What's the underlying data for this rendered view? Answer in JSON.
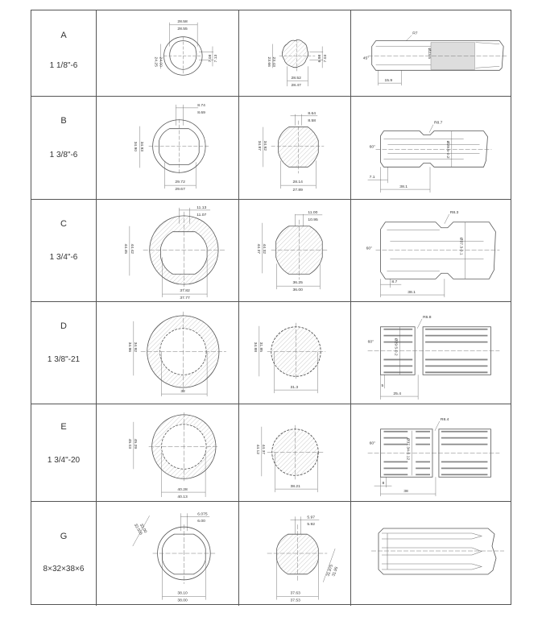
{
  "table": {
    "rows": [
      {
        "code": "A",
        "size": "1 1/8\"-6",
        "hole_section": {
          "width_top": "28.58",
          "width_bottom": "28.55",
          "height_outer": "24.25",
          "height_inner": "24.00",
          "side_a": "7.13",
          "side_b": "7.08"
        },
        "shaft_section": {
          "height_outer": "23.66",
          "height_inner": "23.43",
          "width_top": "28.52",
          "width_bottom": "28.47",
          "side_a": "7.03",
          "side_b": "6.98"
        },
        "side_view": {
          "radius": "R7",
          "angle": "45°",
          "diameter": "Ø23.5",
          "length": "15.9"
        }
      },
      {
        "code": "B",
        "size": "1 3/8\"-6",
        "hole_section": {
          "key_top": "8.74",
          "key_bottom": "8.69",
          "height_outer": "34.90",
          "height_inner": "34.93",
          "width_top": "29.72",
          "width_bottom": "29.67"
        },
        "shaft_section": {
          "key_top": "8.64",
          "key_bottom": "8.58",
          "height_outer": "34.87",
          "height_inner": "34.82",
          "width_top": "28.14",
          "width_bottom": "27.89"
        },
        "side_view": {
          "radius": "R8.7",
          "angle": "60°",
          "diameter": "Ø29.5-0.2",
          "offset": "7.1",
          "length": "38.1"
        }
      },
      {
        "code": "C",
        "size": "1 3/4\"-6",
        "hole_section": {
          "key_top": "11.13",
          "key_bottom": "11.07",
          "height_outer": "44.45",
          "height_inner": "44.42",
          "width_top": "37.82",
          "width_bottom": "37.77"
        },
        "shaft_section": {
          "key_top": "11.00",
          "key_bottom": "10.95",
          "height_outer": "44.37",
          "height_inner": "44.32",
          "width_top": "36.25",
          "width_bottom": "36.00"
        },
        "side_view": {
          "radius": "R8.3",
          "angle": "60°",
          "diameter": "Ø37.3-0.1",
          "offset": "8.7",
          "length": "38.1"
        }
      },
      {
        "code": "D",
        "size": "1 3/8\"-21",
        "hole_section": {
          "height_outer": "34.96",
          "height_inner": "34.92",
          "width": "32"
        },
        "shaft_section": {
          "height_outer": "34.88",
          "height_inner": "31.85",
          "width": "31.3"
        },
        "side_view": {
          "radius": "R6.8",
          "angle": "60°",
          "diameter": "Ø29.5-0.2",
          "offset": "5",
          "length": "25.4"
        }
      },
      {
        "code": "E",
        "size": "1 3/4\"-20",
        "hole_section": {
          "height_outer": "45.03",
          "height_inner": "45.29",
          "width_top": "40.28",
          "width_bottom": "40.13"
        },
        "shaft_section": {
          "height_outer": "44.12",
          "height_inner": "44.37",
          "width": "38.21"
        },
        "side_view": {
          "radius": "R8.4",
          "angle": "60°",
          "diameter": "Ø37.34-0.12",
          "offset": "8",
          "length": "38"
        }
      },
      {
        "code": "G",
        "size": "8×32×38×6",
        "hole_section": {
          "key_top": "6.075",
          "key_bottom": "6.00",
          "diag_top": "32.025",
          "diag_bottom": "32.00",
          "width_top": "38.10",
          "width_bottom": "38.00"
        },
        "shaft_section": {
          "key_top": "5.97",
          "key_bottom": "5.92",
          "diag_top": "31.975",
          "diag_bottom": "31.95",
          "width_top": "37.63",
          "width_bottom": "37.53"
        },
        "side_view": {}
      }
    ]
  },
  "colors": {
    "line": "#555555",
    "hatch": "#999999",
    "text": "#333333"
  }
}
